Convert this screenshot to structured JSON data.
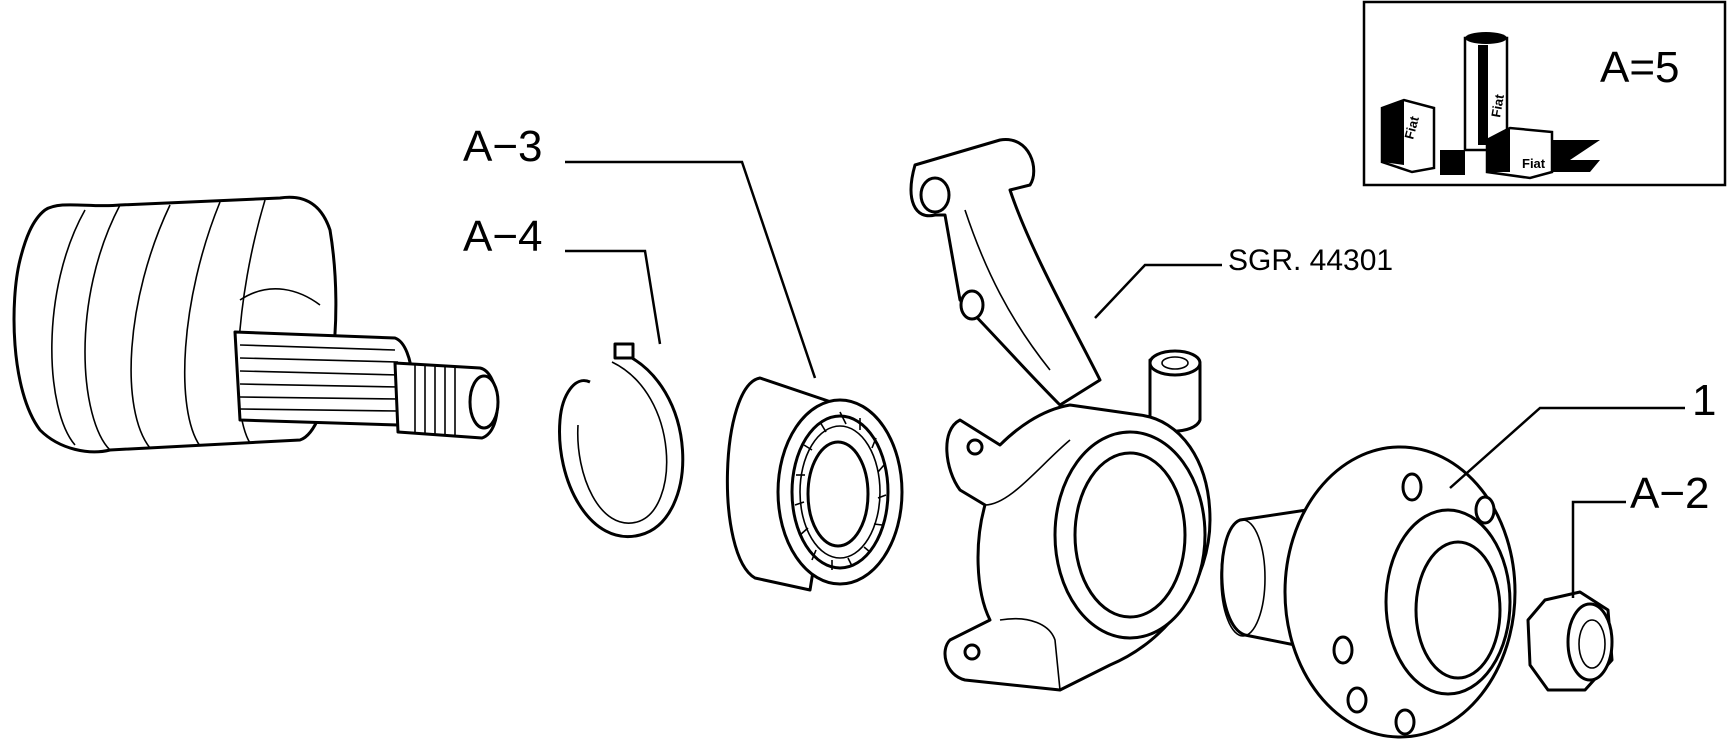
{
  "callouts": {
    "a3": "A−3",
    "a4": "A−4",
    "sgr": "SGR. 44301",
    "one": "1",
    "a2": "A−2"
  },
  "inset": {
    "label": "A=5",
    "brand_text": "Fiat"
  },
  "icons": {
    "joint": "cv-joint-icon",
    "ring": "snap-ring-icon",
    "bearing": "wheel-bearing-icon",
    "knuckle": "steering-knuckle-icon",
    "hub": "wheel-hub-icon",
    "nut": "hub-nut-icon",
    "inset": "fiat-product-cans-icon"
  },
  "colors": {
    "line": "#000000",
    "background": "#ffffff"
  }
}
